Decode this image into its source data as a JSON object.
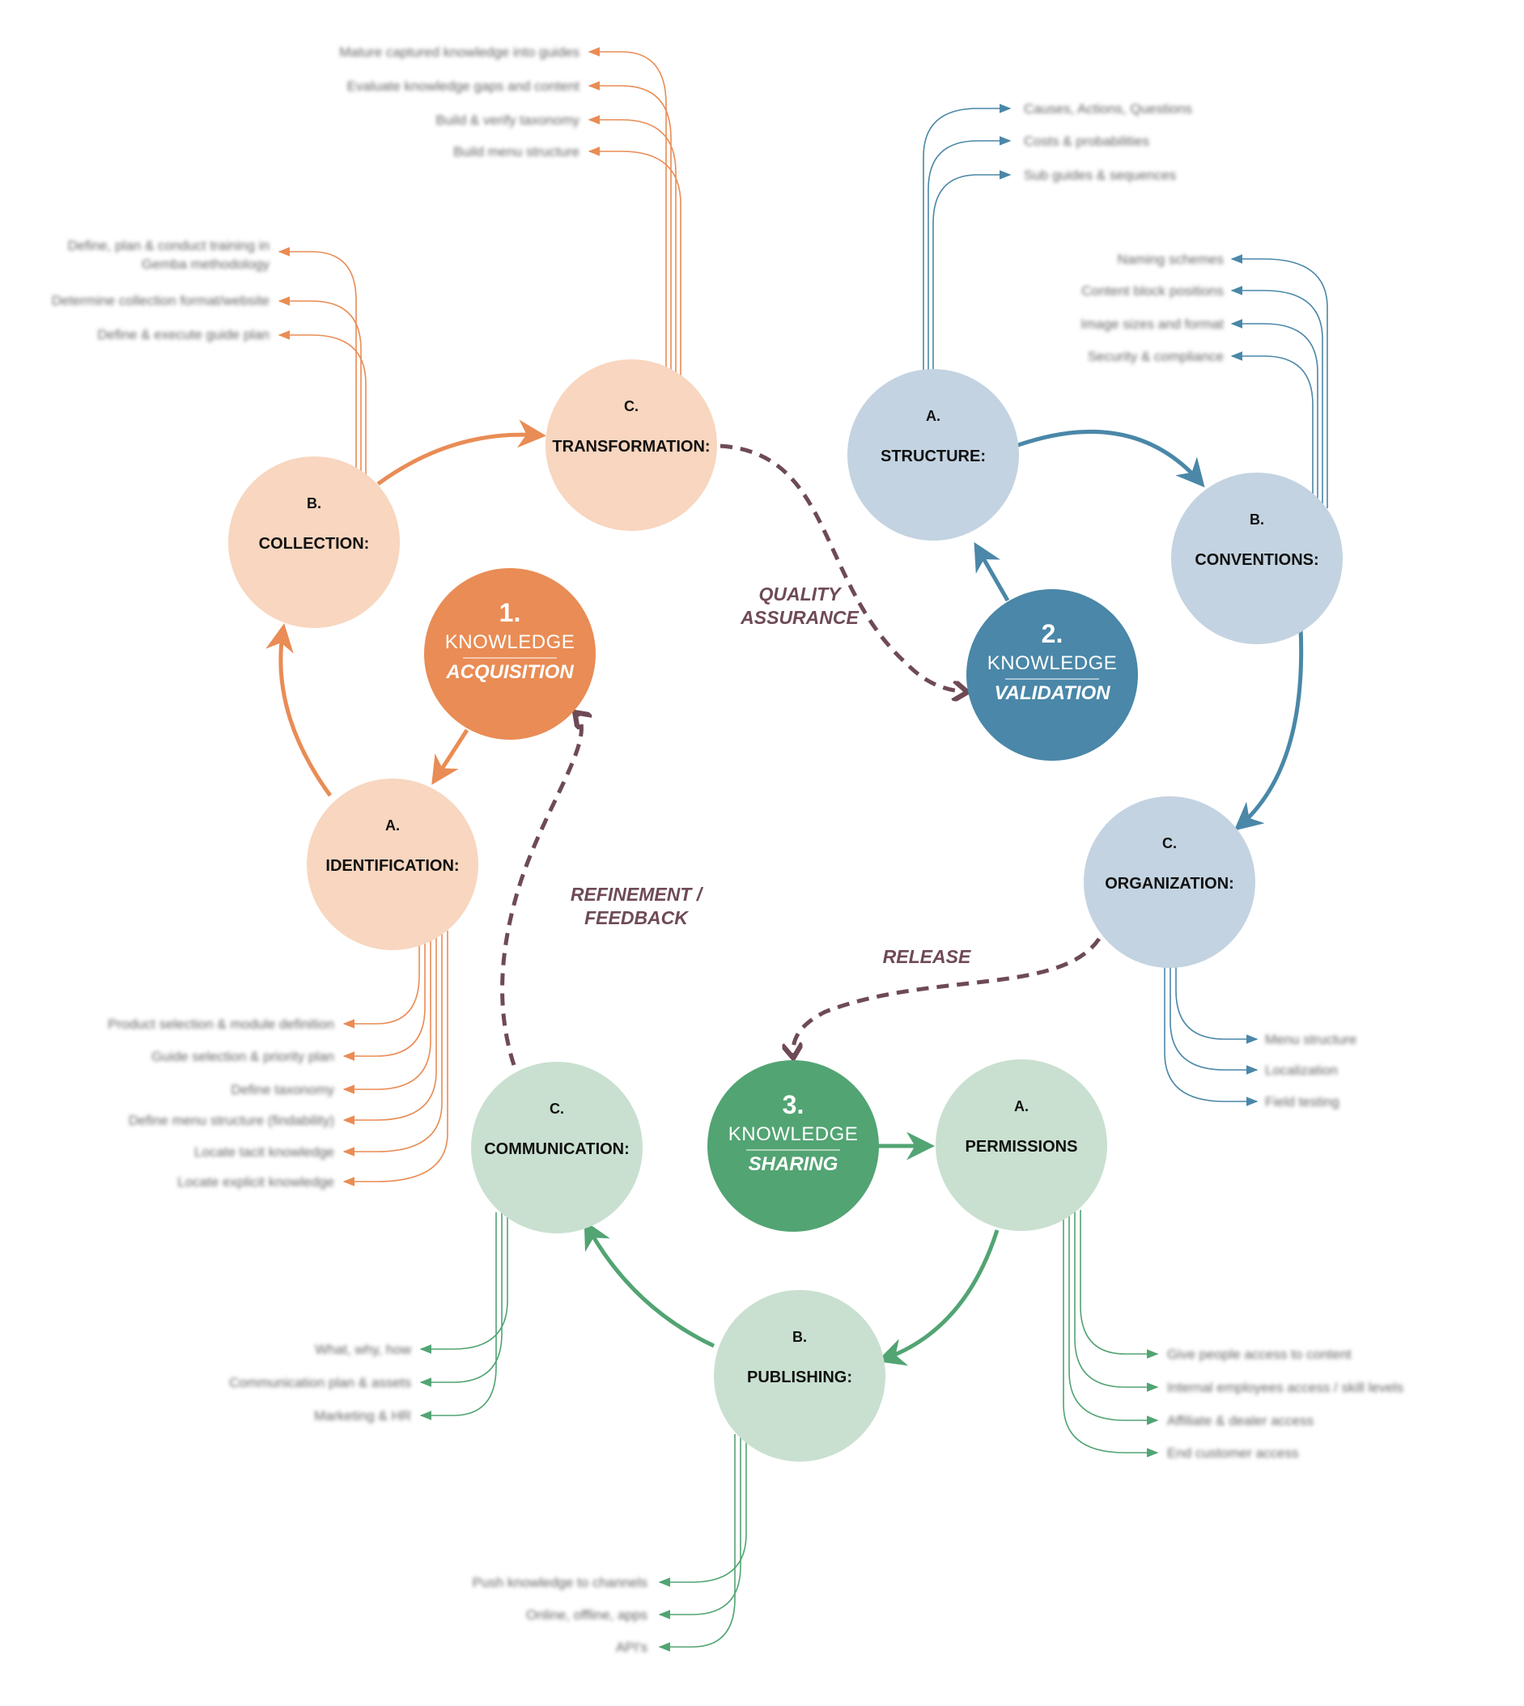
{
  "colors": {
    "acquisition": "#e98c55",
    "acquisition_light": "#f8d6bf",
    "validation": "#4a87a8",
    "validation_light": "#c3d3e1",
    "sharing": "#52a473",
    "sharing_light": "#c9e0d0",
    "flow": "#6e4a57"
  },
  "hubs": {
    "acquisition": {
      "number": "1.",
      "word": "KNOWLEDGE",
      "sub": "ACQUISITION"
    },
    "validation": {
      "number": "2.",
      "word": "KNOWLEDGE",
      "sub": "VALIDATION"
    },
    "sharing": {
      "number": "3.",
      "word": "KNOWLEDGE",
      "sub": "SHARING"
    }
  },
  "nodes": {
    "identification": {
      "letter": "A.",
      "label": "IDENTIFICATION:"
    },
    "collection": {
      "letter": "B.",
      "label": "COLLECTION:"
    },
    "transformation": {
      "letter": "C.",
      "label": "TRANSFORMATION:"
    },
    "structure": {
      "letter": "A.",
      "label": "STRUCTURE:"
    },
    "conventions": {
      "letter": "B.",
      "label": "CONVENTIONS:"
    },
    "organization": {
      "letter": "C.",
      "label": "ORGANIZATION:"
    },
    "permissions": {
      "letter": "A.",
      "label": "PERMISSIONS"
    },
    "publishing": {
      "letter": "B.",
      "label": "PUBLISHING:"
    },
    "communication": {
      "letter": "C.",
      "label": "COMMUNICATION:"
    }
  },
  "flows": {
    "quality_assurance": [
      "QUALITY",
      "ASSURANCE"
    ],
    "refinement": [
      "REFINEMENT /",
      "FEEDBACK"
    ],
    "release": [
      "RELEASE"
    ]
  },
  "details": {
    "transformation": [
      "Mature captured knowledge into guides",
      "Evaluate knowledge gaps and content",
      "Build & verify taxonomy",
      "Build menu structure"
    ],
    "collection": [
      "Define, plan & conduct training in",
      "Gemba methodology",
      "Determine collection format/website",
      "Define & execute guide plan"
    ],
    "identification": [
      "Product selection & module definition",
      "Guide selection & priority plan",
      "Define taxonomy",
      "Define menu structure (findability)",
      "Locate tacit knowledge",
      "Locate explicit knowledge"
    ],
    "structure": [
      "Causes, Actions, Questions",
      "Costs & probabilities",
      "Sub guides & sequences"
    ],
    "conventions": [
      "Naming schemes",
      "Content block positions",
      "Image sizes and format",
      "Security & compliance"
    ],
    "organization": [
      "Menu structure",
      "Localization",
      "Field testing"
    ],
    "permissions": [
      "Give people access to content",
      "Internal employees access / skill levels",
      "Affiliate & dealer access",
      "End customer access"
    ],
    "communication": [
      "What, why, how",
      "Communication plan & assets",
      "Marketing & HR"
    ],
    "publishing": [
      "Push knowledge to channels",
      "Online, offline, apps",
      "API's"
    ]
  }
}
